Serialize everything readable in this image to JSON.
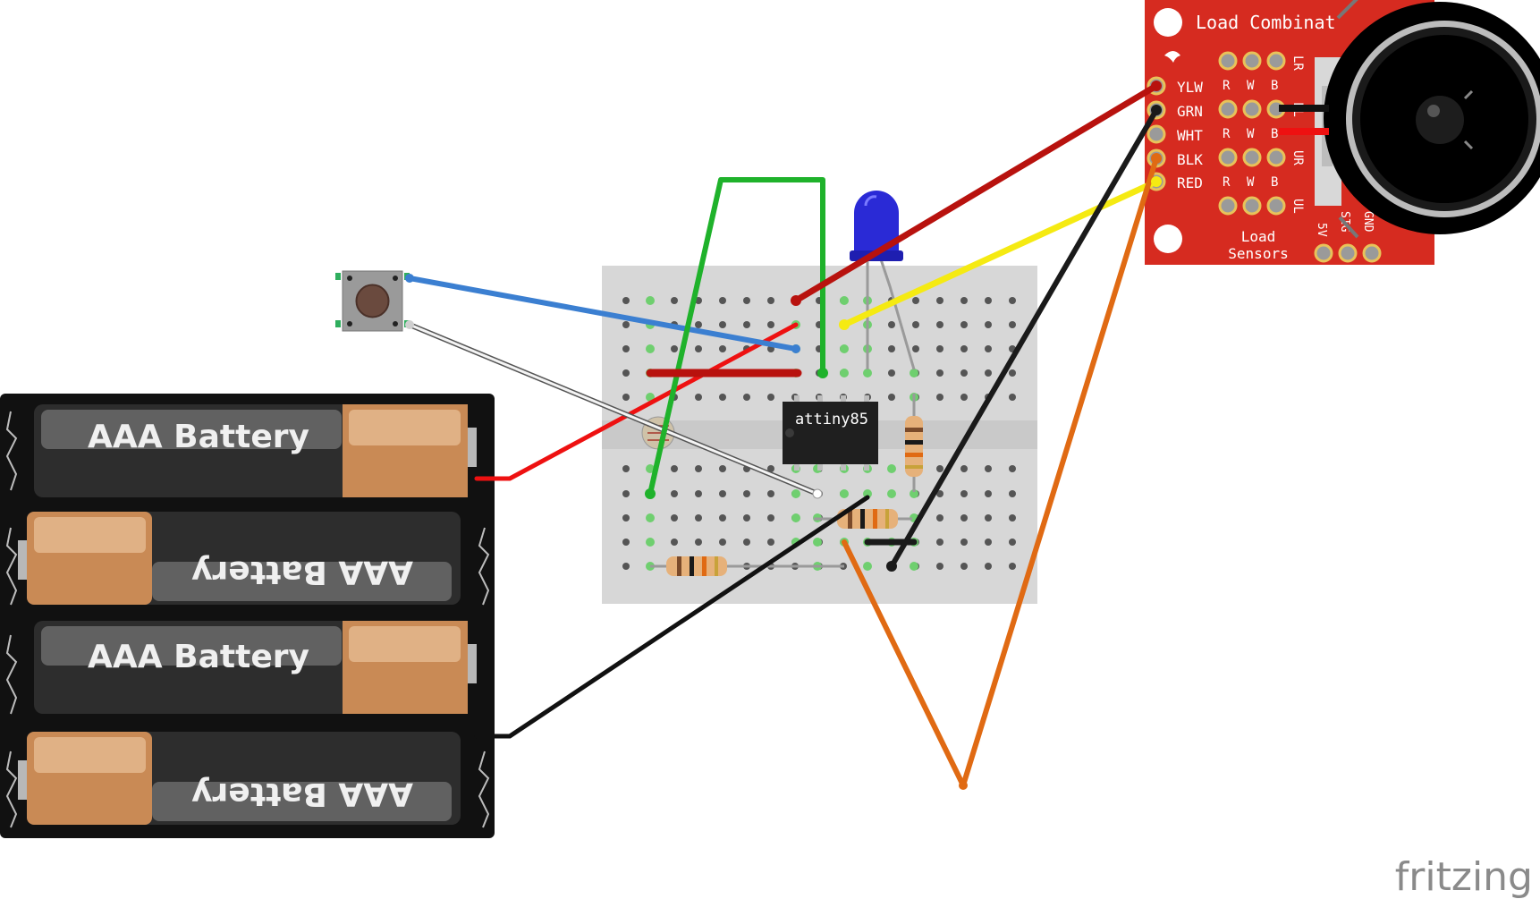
{
  "battery_pack": {
    "cells": [
      "AAA Battery",
      "AAA Battery",
      "AAA Battery",
      "AAA Battery"
    ]
  },
  "chip": {
    "label": "attiny85"
  },
  "load_board": {
    "title": "Load Combinat",
    "subtitle_line1": "Load",
    "subtitle_line2": "Sensors",
    "pins": [
      "YLW",
      "GRN",
      "WHT",
      "BLK",
      "RED"
    ],
    "row_labels": [
      "LR",
      "LL",
      "UR",
      "UL"
    ],
    "header_labels": [
      "5V",
      "SIG",
      "GND"
    ]
  },
  "watermark": "fritzing",
  "colors": {
    "board_red": "#d62b20",
    "wire_red": "#b8120e",
    "wire_green": "#1fb22b",
    "wire_blue": "#3b7fd1",
    "wire_yellow": "#f5ea12",
    "wire_orange": "#e06a13",
    "wire_black": "#1a1a1a",
    "led_blue": "#2a2ad6",
    "breadboard": "#d7d7d7"
  }
}
